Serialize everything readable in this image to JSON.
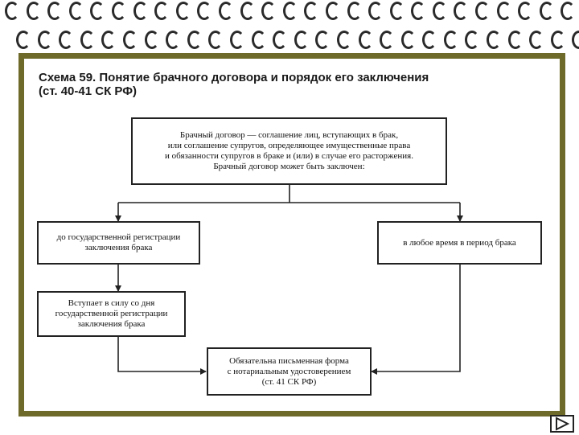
{
  "title": {
    "line1": "Схема 59. Понятие брачного договора и порядок его заключения",
    "line2": "(ст. 40-41 СК РФ)"
  },
  "boxes": {
    "definition": "Брачный договор — соглашение лиц, вступающих в брак,\nили соглашение супругов, определяющее имущественные права\nи обязанности супругов в браке и (или) в случае его расторжения.\nБрачный договор может быть заключен:",
    "before_registration": "до государственной регистрации\nзаключения брака",
    "any_time": "в любое время в период брака",
    "effective": "Вступает в силу со дня\nгосударственной регистрации\nзаключения брака",
    "form": "Обязательна письменная форма\nс нотариальным удостоверением\n(ст. 41 СК РФ)"
  },
  "colors": {
    "frame": "#6e6a2a",
    "lines": "#222222"
  },
  "icons": {
    "binding": "notebook-ring-icon",
    "next": "next-arrow-icon"
  }
}
